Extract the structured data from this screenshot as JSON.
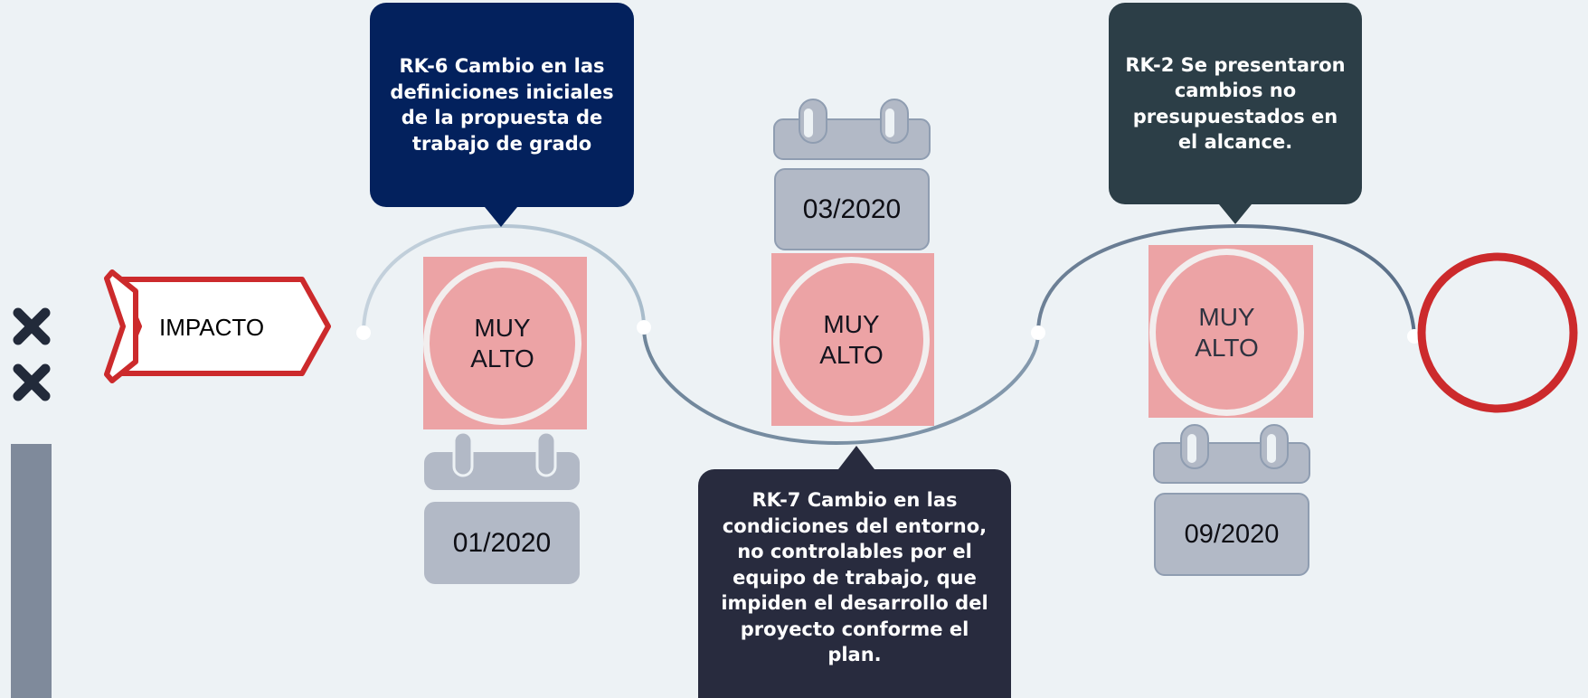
{
  "impact_label": "IMPACTO",
  "colors": {
    "background": "#edf2f5",
    "impact_square": "#eca3a5",
    "impact_circle_ring": "#f2eeee",
    "accent_red": "#cc2a2c",
    "calendar": "#b2b9c6",
    "sidebar_bar": "#7f8a9b",
    "callout_rk6": "#03215d",
    "callout_rk2": "#2c3e47",
    "callout_rk7": "#282b3e"
  },
  "side_icons": [
    "close-icon",
    "close-icon"
  ],
  "risks": [
    {
      "text": "RK-6 Cambio en las definiciones iniciales de la propuesta de trabajo de grado",
      "impact": "MUY\nALTO",
      "date": "01/2020"
    },
    {
      "text": "RK-7 Cambio en las condiciones del entorno, no controlables por el equipo de trabajo, que impiden el desarrollo del proyecto conforme el plan.",
      "impact": "MUY\nALTO",
      "date": "03/2020"
    },
    {
      "text": "RK-2 Se presentaron cambios no presupuestados en el alcance.",
      "impact": "MUY\nALTO",
      "date": "09/2020"
    }
  ]
}
